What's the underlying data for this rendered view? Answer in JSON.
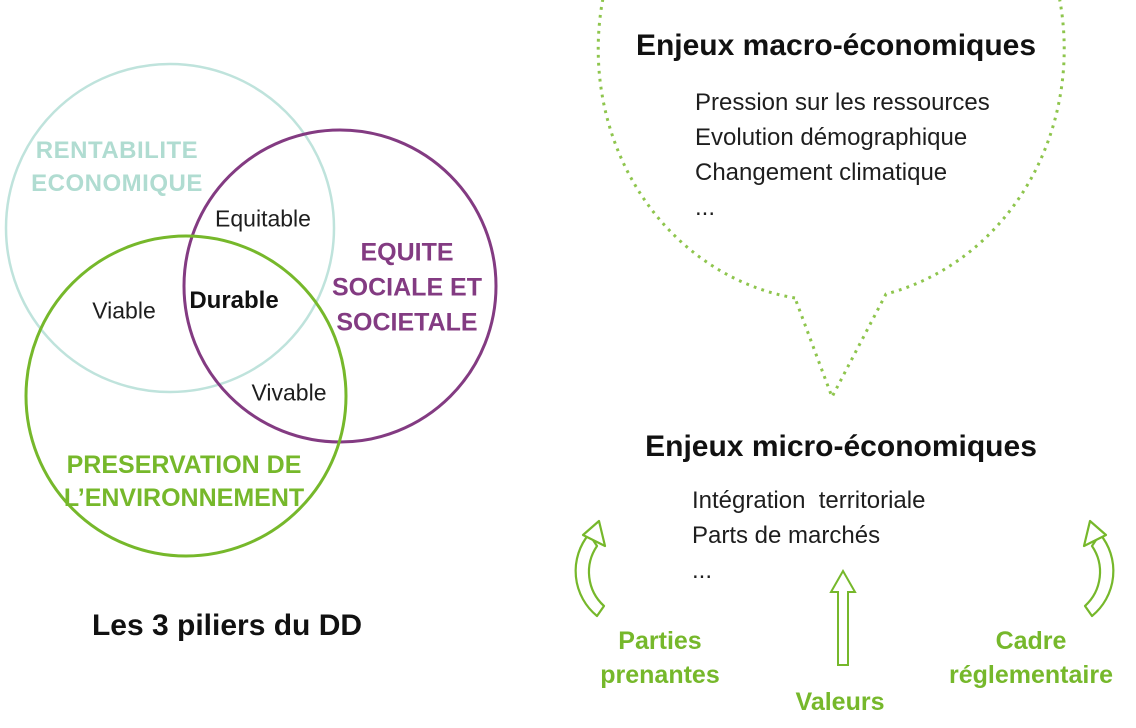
{
  "colors": {
    "green": "#76b82b",
    "dots_green": "#8ec54d",
    "purple": "#833b82",
    "teal_stroke": "#bfe3dc",
    "teal_text": "#b0dcd1",
    "text": "#1e1e1e"
  },
  "venn": {
    "economic_label": "RENTABILITE\nECONOMIQUE",
    "social_label": "EQUITE\nSOCIALE ET\nSOCIETALE",
    "environment_label": "PRESERVATION DE\nL’ENVIRONNEMENT",
    "regions": {
      "equitable": "Equitable",
      "viable": "Viable",
      "durable": "Durable",
      "vivable": "Vivable"
    },
    "caption": "Les 3 piliers du DD"
  },
  "macro": {
    "title": "Enjeux macro-économiques",
    "items": [
      "Pression sur les ressources",
      "Evolution démographique",
      "Changement climatique",
      "..."
    ]
  },
  "micro": {
    "title": "Enjeux micro-économiques",
    "items": [
      "Intégration  territoriale",
      "Parts de marchés",
      "..."
    ]
  },
  "footer": {
    "left": "Parties\nprenantes",
    "center": "Valeurs",
    "right": "Cadre\nréglementaire"
  }
}
